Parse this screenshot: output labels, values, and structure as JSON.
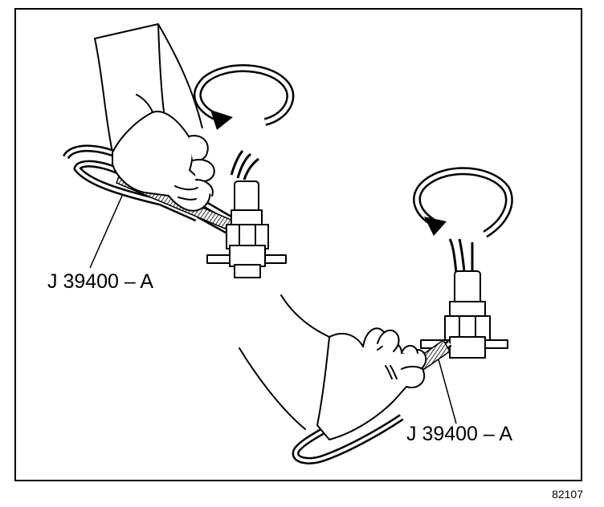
{
  "diagram": {
    "tool_label_upper": "J 39400 – A",
    "tool_label_lower": "J 39400 – A",
    "figure_number": "82107",
    "rotation_arrows": [
      {
        "position": "upper-left",
        "icon": "rotate-arrow-icon"
      },
      {
        "position": "lower-right",
        "icon": "rotate-arrow-icon"
      }
    ],
    "colors": {
      "line": "#000000",
      "fill": "#ffffff",
      "hatch": "#000000"
    }
  }
}
